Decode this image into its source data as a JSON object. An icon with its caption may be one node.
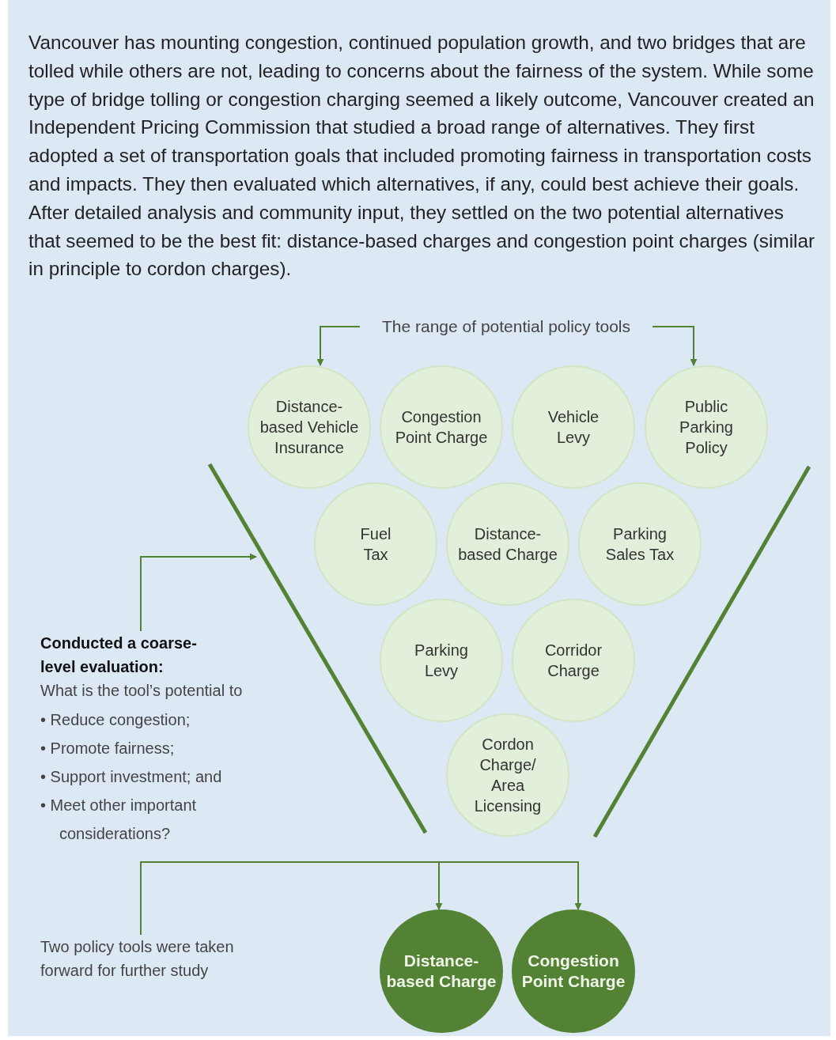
{
  "diagram": {
    "nodes": [
      {
        "text": [
          "The range of potential policy tools"
        ]
      },
      {
        "text": [
          "Distance-based Vehicle Insurance"
        ]
      },
      {
        "text": [
          "Congestion Point Charge"
        ]
      },
      {
        "text": [
          "Vehicle Levy"
        ]
      },
      {
        "text": [
          "Public Parking Policy"
        ]
      },
      {
        "text": [
          "Fuel Tax"
        ]
      },
      {
        "text": [
          "Distance-based Charge"
        ]
      },
      {
        "text": [
          "Parking Sales Tax"
        ]
      },
      {
        "text": [
          "Parking Levy"
        ]
      },
      {
        "text": [
          "Corridor Charge"
        ]
      },
      {
        "text": [
          "Cordon Charge/ Area Licensing"
        ]
      },
      {
        "text": [
          "Conducted a coarse-level evaluation:",
          "What is the tool’s potential to",
          "• Reduce congestion;",
          "• Promote fairness;",
          "• Support investment; and",
          "• Meet other important considerations?"
        ]
      },
      {
        "text": [
          "Two policy tools were taken forward for further study"
        ]
      },
      {
        "text": [
          "Distance-based Charge"
        ]
      },
      {
        "text": [
          "Congestion Point Charge"
        ]
      }
    ],
    "edges": [
      {
        "from": 0,
        "to": 1,
        "arrow": "to"
      },
      {
        "from": 0,
        "to": 4,
        "arrow": "to"
      },
      {
        "from": 11,
        "to": null,
        "arrow": "to"
      },
      {
        "from": 12,
        "to": 13,
        "arrow": "to"
      },
      {
        "from": 12,
        "to": 14,
        "arrow": "to"
      }
    ],
    "labels": [
      "Vancouver has mounting congestion, continued population growth, and two bridges that are tolled while others are not, leading to concerns about the fairness of the system. While some type of bridge tolling or congestion charging seemed a likely outcome, Vancouver created an Independent Pricing Commission that studied a broad range of alternatives. They first adopted a set of transportation goals that included promoting fairness in transportation costs and impacts. They then evaluated which alternatives, if any, could best achieve their goals. After detailed analysis and community input, they settled on the two potential alternatives that seemed to be the best fit: distance-based charges and congestion point charges (similar in principle to cordon charges)."
    ]
  }
}
